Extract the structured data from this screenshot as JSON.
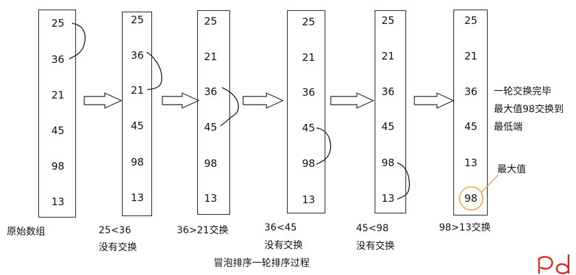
{
  "columns": [
    {
      "values": [
        "25",
        "36",
        "21",
        "45",
        "98",
        "13"
      ],
      "caption": [
        "原始数组"
      ]
    },
    {
      "values": [
        "25",
        "36",
        "21",
        "45",
        "98",
        "13"
      ],
      "caption": [
        "25<36",
        "没有交换"
      ]
    },
    {
      "values": [
        "25",
        "21",
        "36",
        "45",
        "98",
        "13"
      ],
      "caption": [
        "36>21交换"
      ]
    },
    {
      "values": [
        "25",
        "21",
        "36",
        "45",
        "98",
        "13"
      ],
      "caption": [
        "36<45",
        "没有交换"
      ]
    },
    {
      "values": [
        "25",
        "21",
        "36",
        "45",
        "98",
        "13"
      ],
      "caption": [
        "45<98",
        "没有交换"
      ]
    },
    {
      "values": [
        "25",
        "21",
        "36",
        "45",
        "13",
        "98"
      ],
      "caption": [
        "98>13交换"
      ]
    }
  ],
  "notes": {
    "line1": "一轮交换完毕",
    "line2": "最大值98交换到",
    "line3": "最低端",
    "max_label": "最大值"
  },
  "title": "冒泡排序一轮排序过程",
  "watermark": "pd",
  "colors": {
    "highlight": "#e6a23c",
    "watermark": "#e02020"
  }
}
